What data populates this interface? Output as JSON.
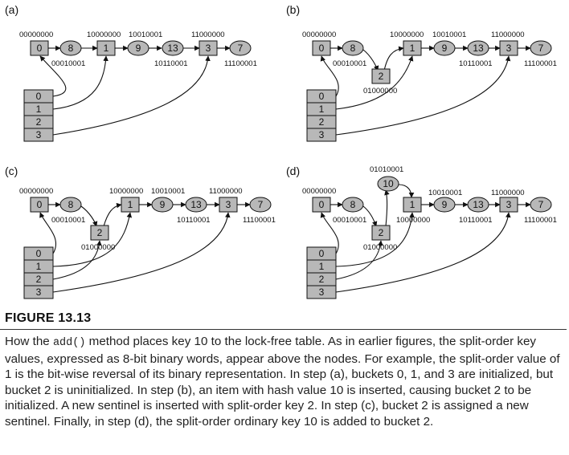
{
  "panels": [
    {
      "label": "(a)",
      "list": [
        {
          "kind": "sentinel",
          "key": "0",
          "split": "00000000",
          "split_pos": "above"
        },
        {
          "kind": "item",
          "key": "8",
          "split": "00010001",
          "split_pos": "below"
        },
        {
          "kind": "sentinel",
          "key": "1",
          "split": "10000000",
          "split_pos": "above"
        },
        {
          "kind": "item",
          "key": "9",
          "split": "10010001",
          "split_pos": "above"
        },
        {
          "kind": "item",
          "key": "13",
          "split": "10110001",
          "split_pos": "below"
        },
        {
          "kind": "sentinel",
          "key": "3",
          "split": "11000000",
          "split_pos": "above"
        },
        {
          "kind": "item",
          "key": "7",
          "split": "11100001",
          "split_pos": "below"
        }
      ],
      "extra": [],
      "buckets": [
        "0",
        "1",
        "2",
        "3"
      ],
      "bucket_links": [
        {
          "bucket": "0",
          "target": "0"
        },
        {
          "bucket": "1",
          "target": "1"
        },
        {
          "bucket": "3",
          "target": "3"
        }
      ]
    },
    {
      "label": "(b)",
      "list": [
        {
          "kind": "sentinel",
          "key": "0",
          "split": "00000000",
          "split_pos": "above"
        },
        {
          "kind": "item",
          "key": "8",
          "split": "00010001",
          "split_pos": "below"
        },
        {
          "kind": "sentinel",
          "key": "1",
          "split": "10000000",
          "split_pos": "above"
        },
        {
          "kind": "item",
          "key": "9",
          "split": "10010001",
          "split_pos": "above"
        },
        {
          "kind": "item",
          "key": "13",
          "split": "10110001",
          "split_pos": "below"
        },
        {
          "kind": "sentinel",
          "key": "3",
          "split": "11000000",
          "split_pos": "above"
        },
        {
          "kind": "item",
          "key": "7",
          "split": "11100001",
          "split_pos": "below"
        }
      ],
      "extra": [
        {
          "kind": "sentinel",
          "key": "2",
          "split": "01000000",
          "split_pos": "below",
          "after": "8"
        }
      ],
      "buckets": [
        "0",
        "1",
        "2",
        "3"
      ],
      "bucket_links": [
        {
          "bucket": "0",
          "target": "0"
        },
        {
          "bucket": "1",
          "target": "1"
        },
        {
          "bucket": "3",
          "target": "3"
        }
      ]
    },
    {
      "label": "(c)",
      "list": [
        {
          "kind": "sentinel",
          "key": "0",
          "split": "00000000",
          "split_pos": "above"
        },
        {
          "kind": "item",
          "key": "8",
          "split": "00010001",
          "split_pos": "below"
        },
        {
          "kind": "sentinel",
          "key": "1",
          "split": "10000000",
          "split_pos": "above"
        },
        {
          "kind": "item",
          "key": "9",
          "split": "10010001",
          "split_pos": "above"
        },
        {
          "kind": "item",
          "key": "13",
          "split": "10110001",
          "split_pos": "below"
        },
        {
          "kind": "sentinel",
          "key": "3",
          "split": "11000000",
          "split_pos": "above"
        },
        {
          "kind": "item",
          "key": "7",
          "split": "11100001",
          "split_pos": "below"
        }
      ],
      "extra": [
        {
          "kind": "sentinel",
          "key": "2",
          "split": "01000000",
          "split_pos": "below",
          "after": "8"
        }
      ],
      "buckets": [
        "0",
        "1",
        "2",
        "3"
      ],
      "bucket_links": [
        {
          "bucket": "0",
          "target": "0"
        },
        {
          "bucket": "1",
          "target": "1"
        },
        {
          "bucket": "2",
          "target": "2"
        },
        {
          "bucket": "3",
          "target": "3"
        }
      ]
    },
    {
      "label": "(d)",
      "list": [
        {
          "kind": "sentinel",
          "key": "0",
          "split": "00000000",
          "split_pos": "above"
        },
        {
          "kind": "item",
          "key": "8",
          "split": "00010001",
          "split_pos": "below"
        },
        {
          "kind": "sentinel",
          "key": "1",
          "split": "10000000",
          "split_pos": "below"
        },
        {
          "kind": "item",
          "key": "9",
          "split": "10010001",
          "split_pos": "above"
        },
        {
          "kind": "item",
          "key": "13",
          "split": "10110001",
          "split_pos": "below"
        },
        {
          "kind": "sentinel",
          "key": "3",
          "split": "11000000",
          "split_pos": "above"
        },
        {
          "kind": "item",
          "key": "7",
          "split": "11100001",
          "split_pos": "below"
        }
      ],
      "extra": [
        {
          "kind": "sentinel",
          "key": "2",
          "split": "01000000",
          "split_pos": "below",
          "after": "8"
        },
        {
          "kind": "item",
          "key": "10",
          "split": "01010001",
          "split_pos": "above",
          "after": "2"
        }
      ],
      "buckets": [
        "0",
        "1",
        "2",
        "3"
      ],
      "bucket_links": [
        {
          "bucket": "0",
          "target": "0"
        },
        {
          "bucket": "1",
          "target": "1"
        },
        {
          "bucket": "2",
          "target": "2"
        },
        {
          "bucket": "3",
          "target": "3"
        }
      ]
    }
  ],
  "colors": {
    "node_fill": "#b8b8b8",
    "stroke": "#111111",
    "text": "#111111"
  },
  "figure": {
    "title": "FIGURE 13.13",
    "caption_pre": "How the ",
    "caption_code": "add()",
    "caption_post": " method places key 10 to the lock-free table. As in earlier figures, the split-order key values, expressed as 8-bit binary words, appear above the nodes. For example, the split-order value of 1 is the bit-wise reversal of its binary representation. In step (a), buckets 0, 1, and 3 are initialized, but bucket 2 is uninitialized. In step (b), an item with hash value 10 is inserted, causing bucket 2 to be initialized. A new sentinel is inserted with split-order key 2. In step (c), bucket 2 is assigned a new sentinel. Finally, in step (d), the split-order ordinary key 10 is added to bucket 2."
  }
}
